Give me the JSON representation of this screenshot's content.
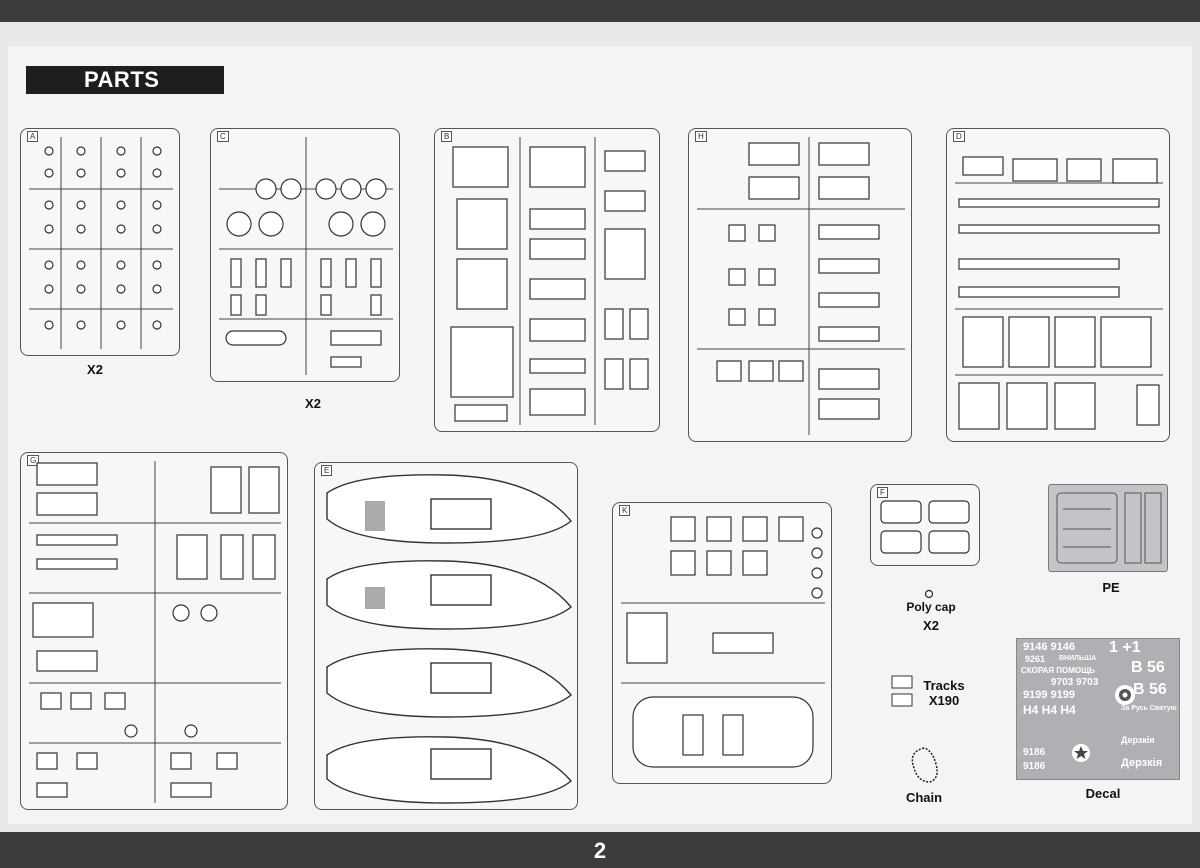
{
  "header": {
    "title": "PARTS"
  },
  "page": {
    "number": "2"
  },
  "sprue_labels": {
    "a_qty": "X2",
    "c_qty": "X2"
  },
  "accessories": {
    "polycap_label": "Poly cap",
    "polycap_qty": "X2",
    "tracks_label": "Tracks",
    "tracks_qty": "X190",
    "chain_label": "Chain",
    "pe_label": "PE",
    "decal_label": "Decal"
  },
  "decal_text": {
    "r1a": "9146 9146",
    "r1b": "1 +1",
    "r2a": "9261",
    "r2b": "ВНИЛЬША",
    "r3": "СКОРАЯ ПОМОЩЬ",
    "r3b": "B 56",
    "r4": "9703 9703",
    "r5a": "9199 9199",
    "r5b": "B 56",
    "r6": "Н4 Н4 Н4",
    "r7": "За Русь Святую",
    "r8": "Дерзкія",
    "r9a": "9186",
    "r9b": "9186",
    "r10": "Дерзкія"
  },
  "sprue_ids": {
    "a": "A",
    "c": "C",
    "b": "B",
    "h": "H",
    "d": "D",
    "g": "G",
    "e": "E",
    "k": "K",
    "f": "F"
  }
}
